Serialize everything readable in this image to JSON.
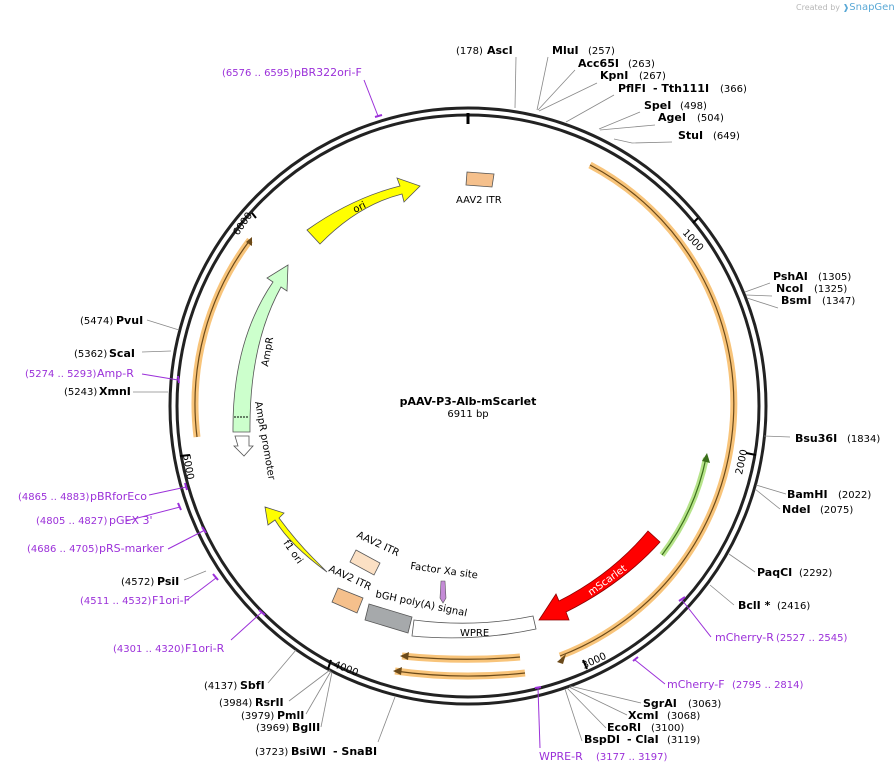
{
  "credit": {
    "prefix": "Created by",
    "brand": "SnapGene"
  },
  "plasmid": {
    "name": "pAAV-P3-Alb-mScarlet",
    "size": "6911 bp",
    "length": 6911
  },
  "ticks": [
    "1000",
    "2000",
    "3000",
    "4000",
    "5000",
    "6000"
  ],
  "enzymes": [
    {
      "name": "AscI",
      "pos": "(178)"
    },
    {
      "name": "MluI",
      "pos": "(257)"
    },
    {
      "name": "Acc65I",
      "pos": "(263)"
    },
    {
      "name": "KpnI",
      "pos": "(267)"
    },
    {
      "name": "PflFI",
      "extra": "- Tth111I",
      "pos": "(366)"
    },
    {
      "name": "SpeI",
      "pos": "(498)"
    },
    {
      "name": "AgeI",
      "pos": "(504)"
    },
    {
      "name": "StuI",
      "pos": "(649)"
    },
    {
      "name": "PshAI",
      "pos": "(1305)"
    },
    {
      "name": "NcoI",
      "pos": "(1325)"
    },
    {
      "name": "BsmI",
      "pos": "(1347)"
    },
    {
      "name": "Bsu36I",
      "pos": "(1834)"
    },
    {
      "name": "BamHI",
      "pos": "(2022)"
    },
    {
      "name": "NdeI",
      "pos": "(2075)"
    },
    {
      "name": "PaqCI",
      "pos": "(2292)"
    },
    {
      "name": "BclI *",
      "pos": "(2416)"
    },
    {
      "name": "SgrAI",
      "pos": "(3063)"
    },
    {
      "name": "XcmI",
      "pos": "(3068)"
    },
    {
      "name": "EcoRI",
      "pos": "(3100)"
    },
    {
      "name": "BspDI",
      "extra": "- ClaI",
      "pos": "(3119)"
    },
    {
      "name": "SbfI",
      "pos": "(4137)"
    },
    {
      "name": "RsrII",
      "pos": "(3984)"
    },
    {
      "name": "PmlI",
      "pos": "(3979)"
    },
    {
      "name": "BglII",
      "pos": "(3969)"
    },
    {
      "name": "BsiWI",
      "extra": "- SnaBI",
      "pos": "(3723)"
    },
    {
      "name": "PsiI",
      "pos": "(4572)"
    },
    {
      "name": "XmnI",
      "pos": "(5243)"
    },
    {
      "name": "ScaI",
      "pos": "(5362)"
    },
    {
      "name": "PvuI",
      "pos": "(5474)"
    }
  ],
  "primers": [
    {
      "name": "pBR322ori-F",
      "range": "(6576 .. 6595)"
    },
    {
      "name": "Amp-R",
      "range": "(5274 .. 5293)"
    },
    {
      "name": "pBRforEco",
      "range": "(4865 .. 4883)"
    },
    {
      "name": "pGEX 3'",
      "range": "(4805 .. 4827)"
    },
    {
      "name": "pRS-marker",
      "range": "(4686 .. 4705)"
    },
    {
      "name": "F1ori-F",
      "range": "(4511 .. 4532)"
    },
    {
      "name": "F1ori-R",
      "range": "(4301 .. 4320)"
    },
    {
      "name": "mCherry-R",
      "range": "(2527 .. 2545)"
    },
    {
      "name": "mCherry-F",
      "range": "(2795 .. 2814)"
    },
    {
      "name": "WPRE-R",
      "range": "(3177 .. 3197)"
    }
  ],
  "features": {
    "ori": "ori",
    "ampr": "AmpR",
    "ampr_promoter": "AmpR promoter",
    "aav_itr_top": "AAV2 ITR",
    "f1_ori": "f1 ori",
    "aav_itr_2": "AAV2 ITR",
    "aav_itr_3": "AAV2 ITR",
    "factor_xa": "Factor Xa site",
    "bgh": "bGH poly(A) signal",
    "wpre": "WPRE",
    "mscarlet": "mScarlet"
  },
  "colors": {
    "ori": "#ffff00",
    "ampr": "#ccffcc",
    "aav_itr": "#f5c08c",
    "f1_ori": "#ffff00",
    "bgh": "#a6a9ab",
    "mscarlet": "#ff0000",
    "orf_arc": "#f8c47a",
    "primer": "#9b30d9",
    "green_arc": "#66cc33"
  }
}
